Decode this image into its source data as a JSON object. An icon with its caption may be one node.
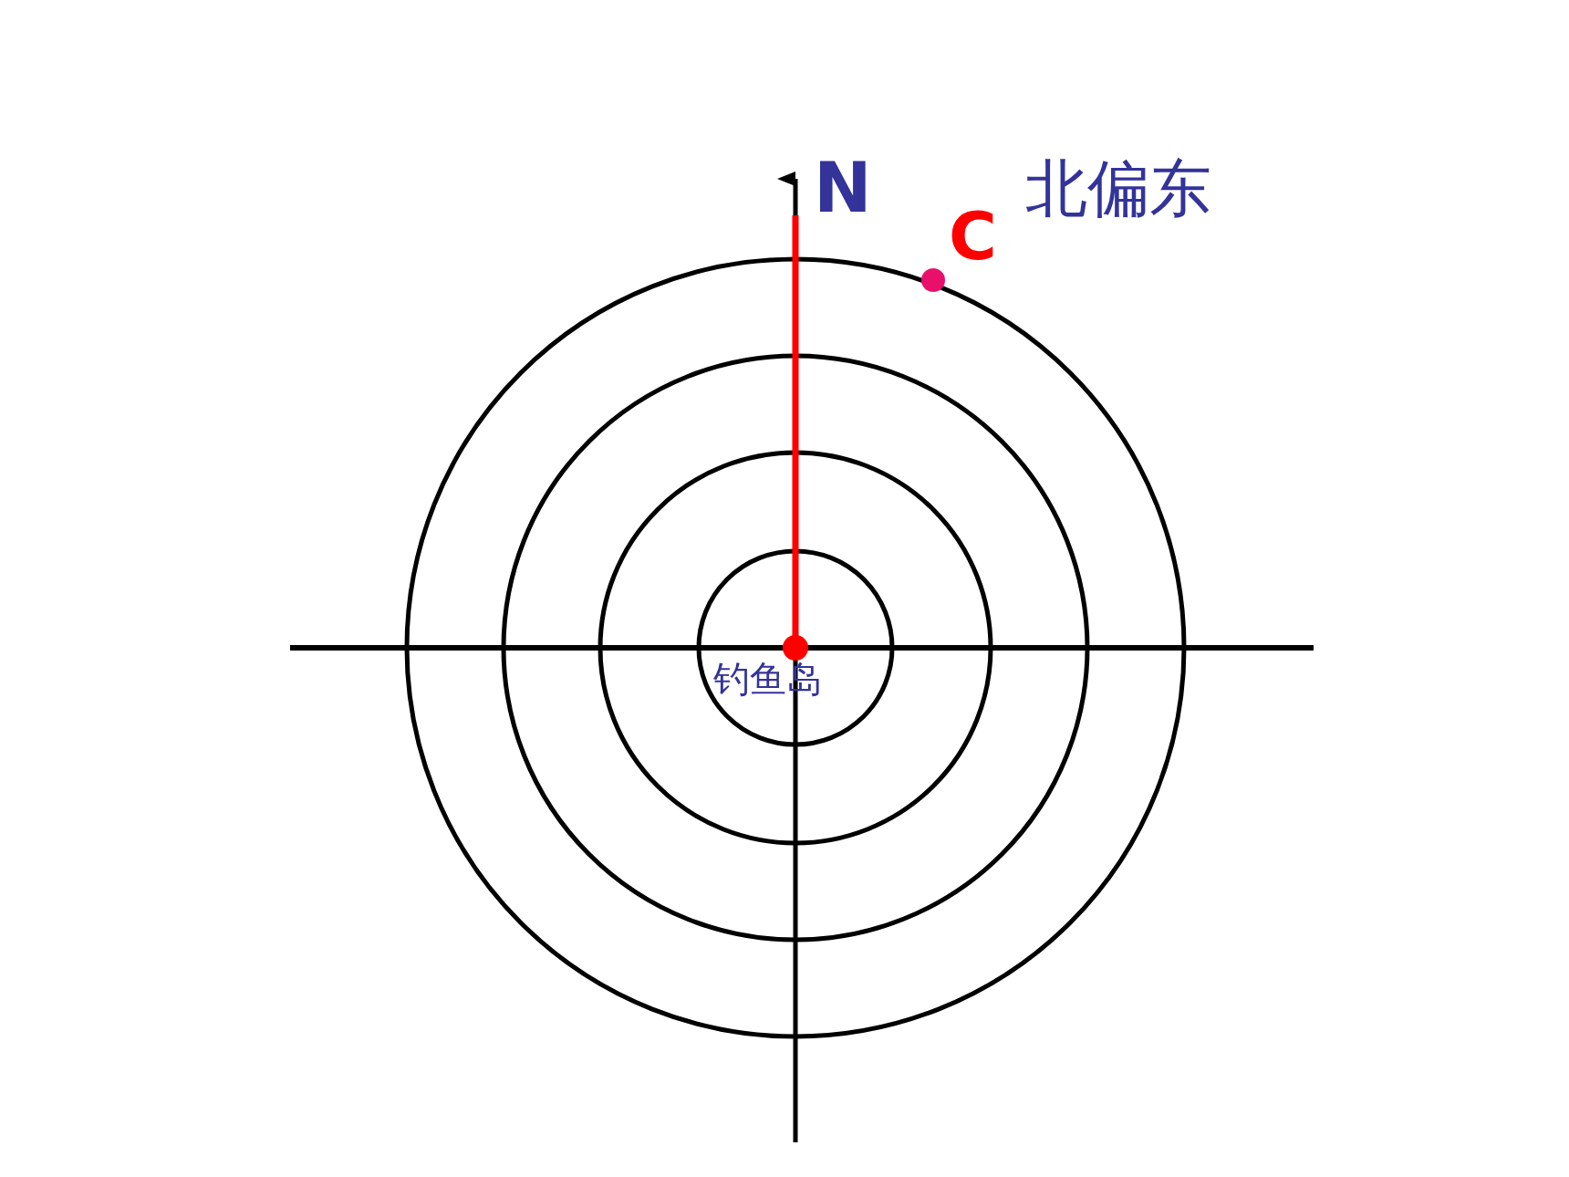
{
  "diagram": {
    "nodes": [
      {
        "text": [],
        "shape": "circle",
        "beside": [
          "钓鱼岛"
        ]
      },
      {
        "text": [],
        "shape": "circle",
        "beside": [
          "C"
        ]
      }
    ],
    "labels": [
      "N",
      "北偏东"
    ]
  }
}
